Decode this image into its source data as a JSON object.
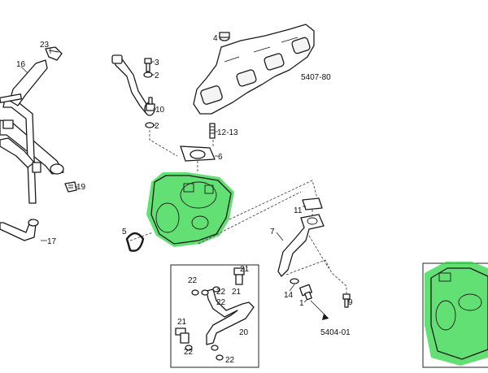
{
  "labels": {
    "p23": "23",
    "p16": "16",
    "p19": "19",
    "p17": "17",
    "p3": "3",
    "p2a": "2",
    "p10": "10",
    "p2b": "2",
    "p12_13": "12-13",
    "p6": "6",
    "p4": "4",
    "g5407_80": "5407-80",
    "p5": "5",
    "p11": "11",
    "p7": "7",
    "p14": "14",
    "p1": "1",
    "p9": "9",
    "g5404_01": "5404-01",
    "d21a": "21",
    "d22a": "22",
    "d22b": "22",
    "d22c": "22",
    "d21b": "21",
    "d20": "20",
    "d22d": "22",
    "d22e": "22",
    "d21c": "21"
  },
  "highlight_color": "#27d43d"
}
